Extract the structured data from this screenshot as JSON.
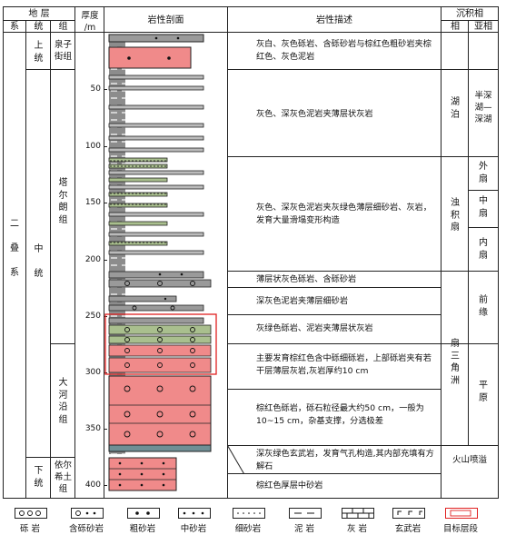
{
  "header": {
    "strata": "地 层",
    "system": "系",
    "series": "统",
    "formation": "组",
    "thickness": "厚度\n/m",
    "lithology_profile": "岩性剖面",
    "lithology_description": "岩性描述",
    "facies": "沉积相",
    "facies_main": "相",
    "facies_sub": "亚相"
  },
  "strata": {
    "system": "二\n\n叠\n\n系",
    "series_upper": "上\n统",
    "series_middle": "中\n\n统",
    "series_lower": "下\n统",
    "fm_quanziji": "泉子\n街组",
    "fm_taerlang": "塔\n尔\n朗\n组",
    "fm_dahe": "大\n河\n沿\n组",
    "fm_yierxi": "依尔\n希土\n组"
  },
  "ticks": [
    "50",
    "100",
    "150",
    "200",
    "250",
    "300",
    "350",
    "400"
  ],
  "descriptions": [
    "灰白、灰色砾岩、含砾砂岩与棕红色粗砂岩夹棕红色、灰色泥岩",
    "灰色、深灰色泥岩夹薄层状灰岩",
    "灰色、深灰色泥岩夹灰绿色薄层细砂岩、灰岩，发育大量滑塌变形构造",
    "薄层状灰色砾岩、含砾砂岩",
    "深灰色泥岩夹薄层细砂岩",
    "灰绿色砾岩、泥岩夹薄层状灰岩",
    "主要发育棕红色含中砾细砾岩，上部砾岩夹有若干层薄层灰岩,灰岩厚约10 cm",
    "棕红色砾岩，砾石粒径最大约50 cm，一般为10~15 cm，杂基支撑，分选极差",
    "深灰绿色玄武岩，发育气孔构造,其内部充填有方解石",
    "棕红色厚层中砂岩"
  ],
  "facies": {
    "lake": "湖\n泊",
    "semi_deep": "半深\n湖—\n深湖",
    "turbidite": "浊\n积\n扇",
    "outer_fan": "外\n扇",
    "middle_fan": "中\n扇",
    "inner_fan": "内\n扇",
    "fan_delta": "扇\n三\n角\n洲",
    "front": "前\n缘",
    "plain": "平\n原",
    "volcanic": "火山喷溢"
  },
  "legend": [
    {
      "label": "砾 岩",
      "icon": "conglomerate"
    },
    {
      "label": "含砾砂岩",
      "icon": "pebbly-sandstone"
    },
    {
      "label": "粗砂岩",
      "icon": "coarse-sandstone"
    },
    {
      "label": "中砂岩",
      "icon": "medium-sandstone"
    },
    {
      "label": "细砂岩",
      "icon": "fine-sandstone"
    },
    {
      "label": "泥 岩",
      "icon": "mudstone"
    },
    {
      "label": "灰 岩",
      "icon": "limestone"
    },
    {
      "label": "玄武岩",
      "icon": "basalt"
    },
    {
      "label": "目标层段",
      "icon": "target-interval"
    }
  ],
  "colors": {
    "red_bed": "#f08a8a",
    "gray_bed": "#9a9a9a",
    "green_bed": "#a9bf8e",
    "basalt": "#6f8f95",
    "target_outline": "#e02020"
  }
}
